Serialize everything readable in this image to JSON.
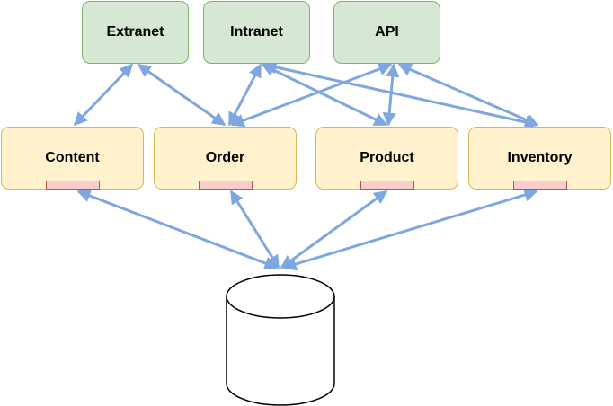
{
  "colors": {
    "consumer_fill": "#d5e8d4",
    "consumer_stroke": "#82b366",
    "service_fill": "#fff2cc",
    "service_stroke": "#d6b656",
    "port_fill": "#f8cecc",
    "port_stroke": "#b85450",
    "connector": "#7ea6e0"
  },
  "consumers": [
    {
      "id": "extranet",
      "label": "Extranet"
    },
    {
      "id": "intranet",
      "label": "Intranet"
    },
    {
      "id": "api",
      "label": "API"
    }
  ],
  "services": [
    {
      "id": "content",
      "label": "Content"
    },
    {
      "id": "order",
      "label": "Order"
    },
    {
      "id": "product",
      "label": "Product"
    },
    {
      "id": "inventory",
      "label": "Inventory"
    }
  ],
  "database": {
    "icon": "database-cylinder-icon",
    "label": ""
  },
  "connections": [
    {
      "from": "extranet",
      "to": "content",
      "bidirectional": true
    },
    {
      "from": "extranet",
      "to": "order",
      "bidirectional": true
    },
    {
      "from": "intranet",
      "to": "order",
      "bidirectional": true
    },
    {
      "from": "intranet",
      "to": "product",
      "bidirectional": true
    },
    {
      "from": "intranet",
      "to": "inventory",
      "bidirectional": true
    },
    {
      "from": "api",
      "to": "order",
      "bidirectional": true
    },
    {
      "from": "api",
      "to": "product",
      "bidirectional": true
    },
    {
      "from": "api",
      "to": "inventory",
      "bidirectional": true
    },
    {
      "from": "content",
      "to": "database",
      "bidirectional": true
    },
    {
      "from": "order",
      "to": "database",
      "bidirectional": true
    },
    {
      "from": "product",
      "to": "database",
      "bidirectional": true
    },
    {
      "from": "inventory",
      "to": "database",
      "bidirectional": true
    }
  ]
}
